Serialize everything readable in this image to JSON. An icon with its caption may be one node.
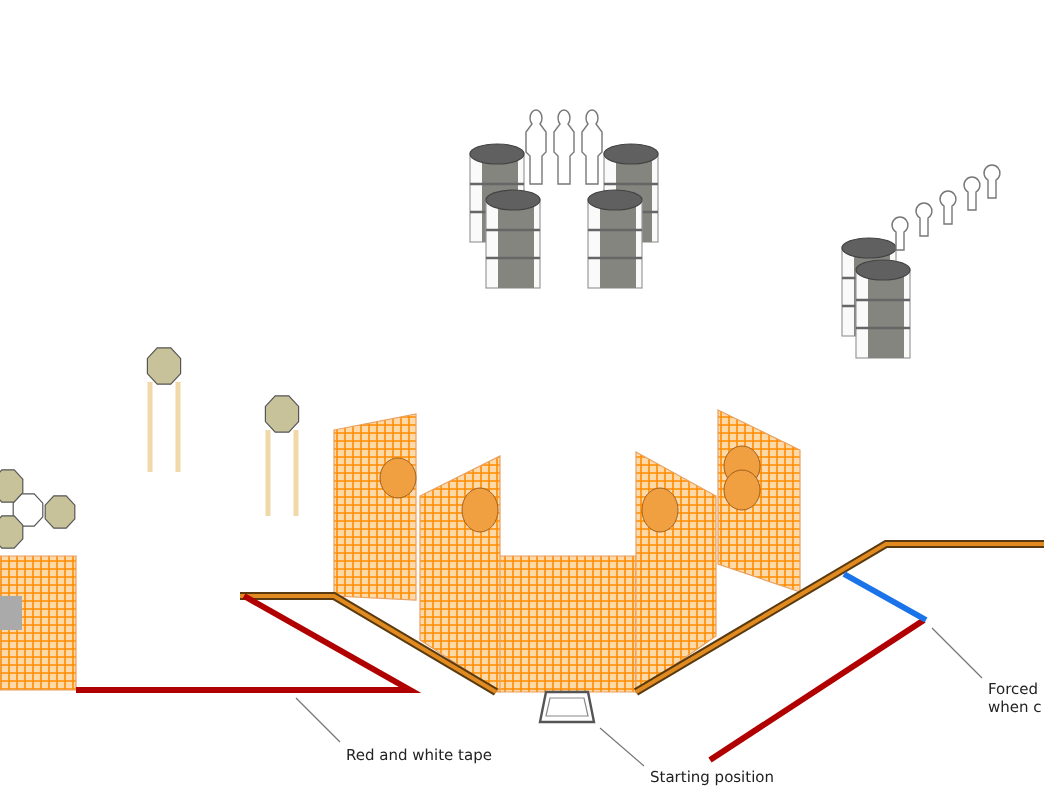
{
  "diagram": {
    "nodes": [
      {
        "text": [
          "Red and white tape"
        ]
      },
      {
        "text": [],
        "shape": "bar"
      },
      {
        "text": [
          "Starting position"
        ]
      },
      {
        "text": [],
        "shape": "box"
      },
      {
        "text": [
          "Forced when c"
        ]
      },
      {
        "text": [],
        "shape": "bar"
      }
    ],
    "edges": [
      {
        "from": 0,
        "to": 1,
        "arrow": "none"
      },
      {
        "from": 2,
        "to": 3,
        "arrow": "none"
      },
      {
        "from": 4,
        "to": 5,
        "arrow": "none"
      }
    ]
  }
}
